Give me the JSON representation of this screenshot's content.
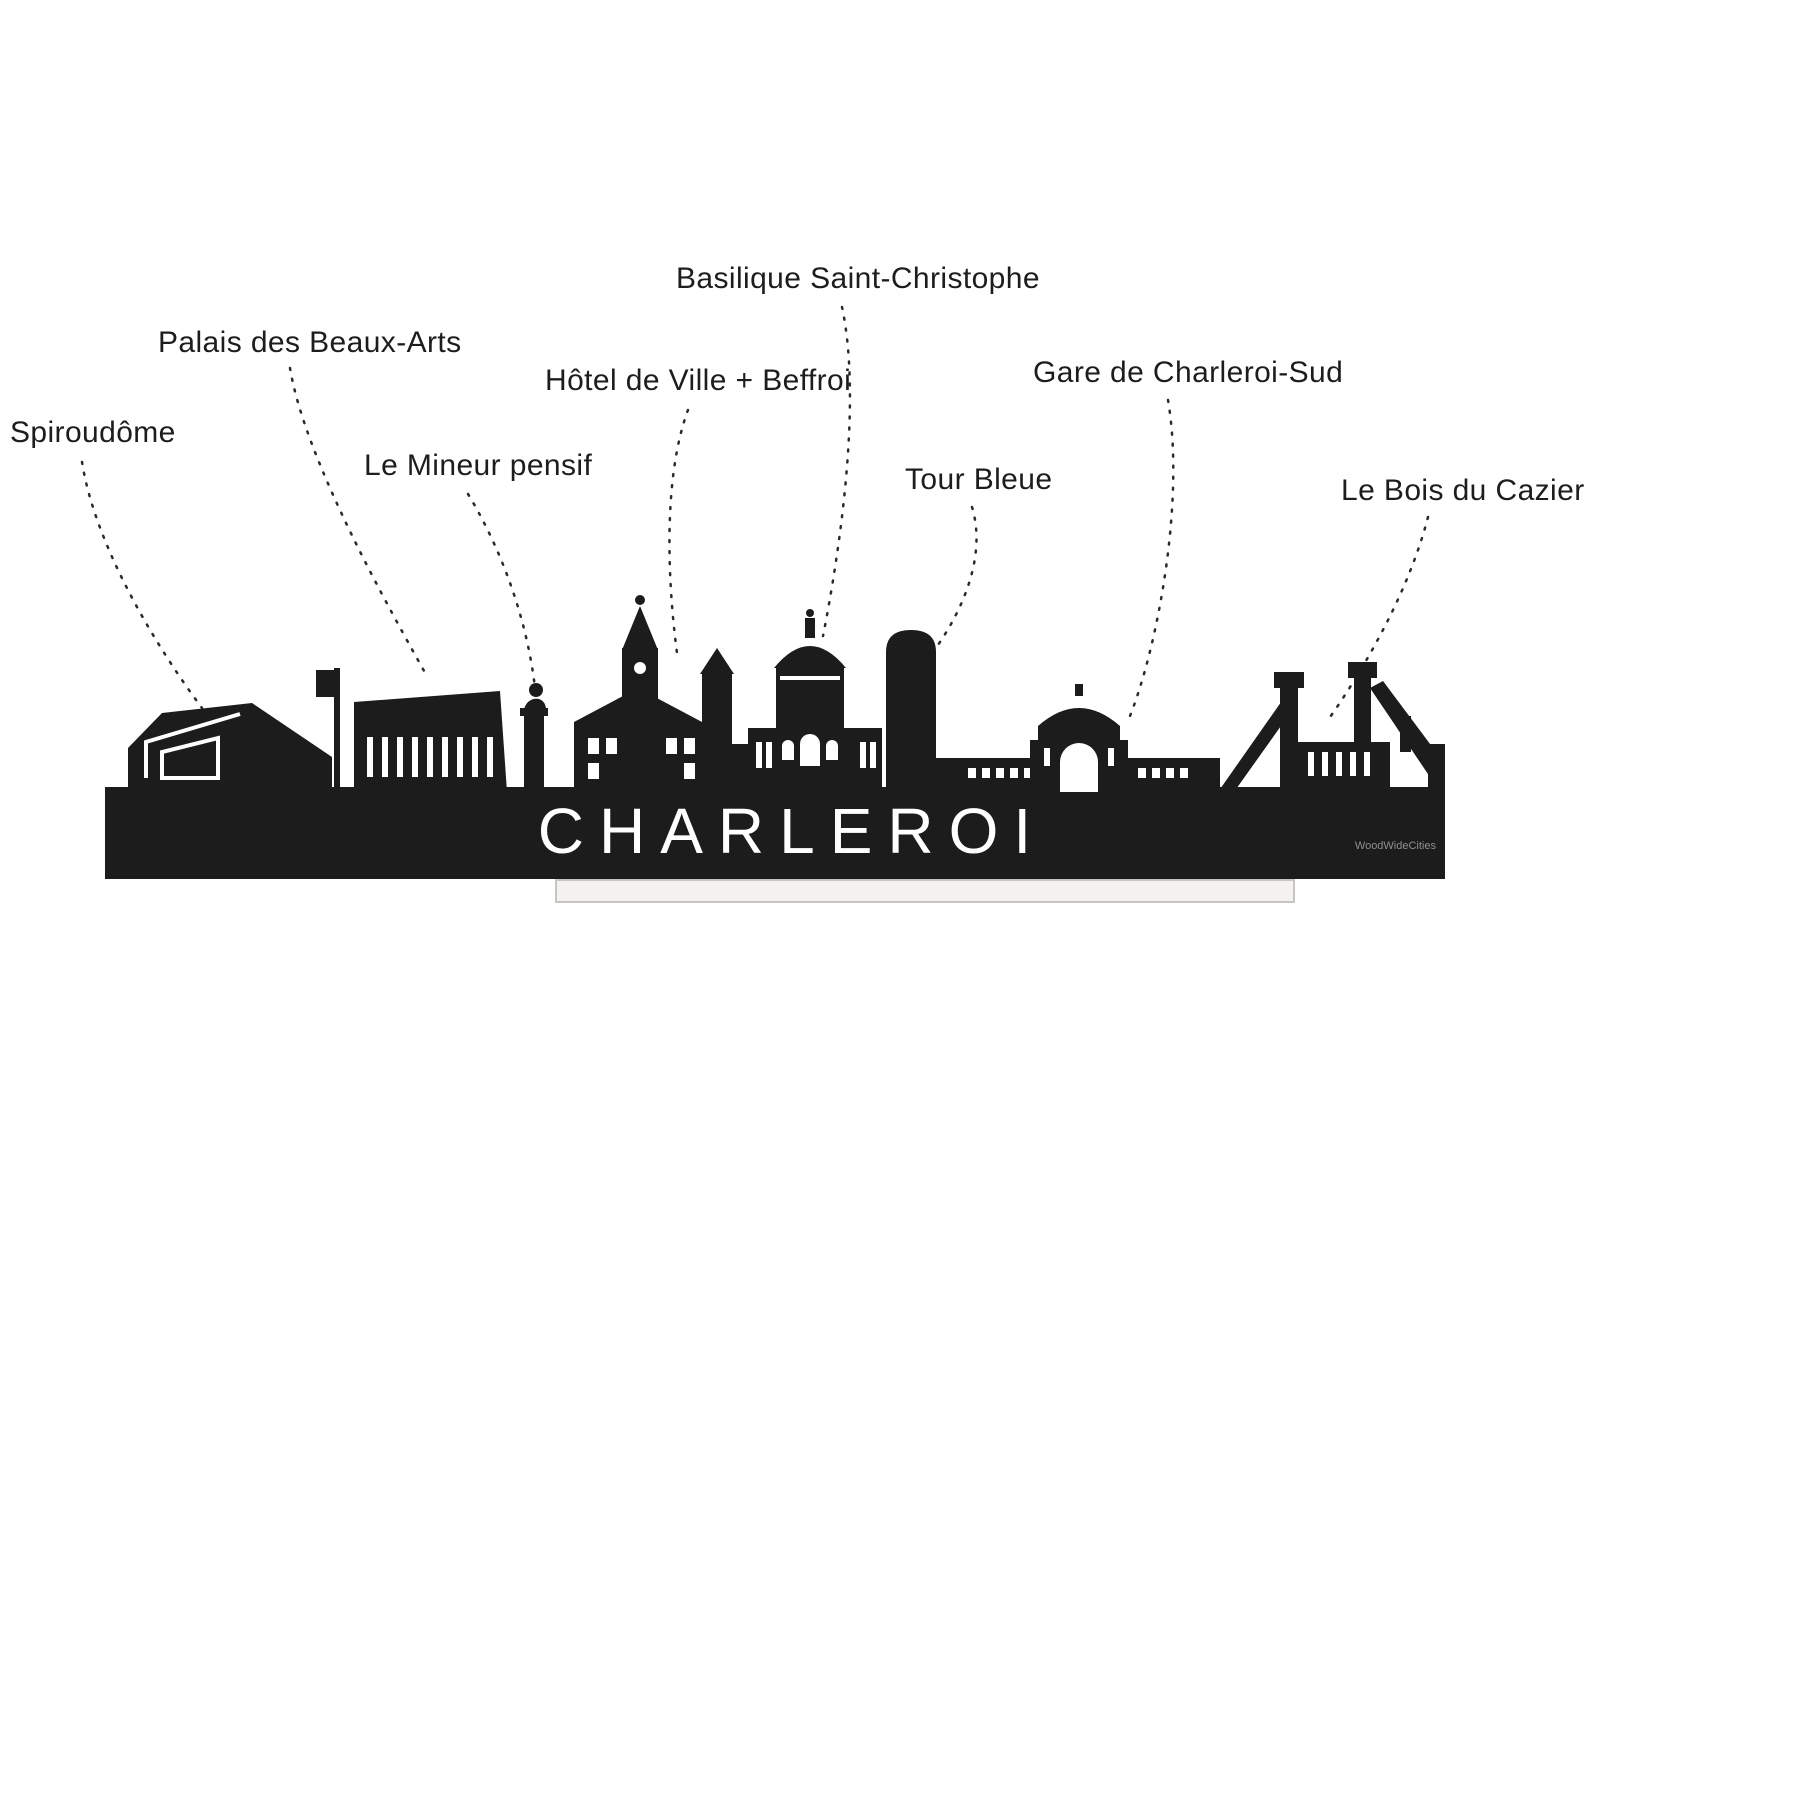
{
  "product": {
    "title": "CHARLEROI",
    "watermark": "WoodWideCities",
    "silhouette_color": "#1c1c1c",
    "stand_color": "#f3f2f0",
    "background_color": "#ffffff"
  },
  "labels": [
    {
      "id": "spiroudome",
      "text": "Spiroudôme"
    },
    {
      "id": "palais-des-beaux-arts",
      "text": "Palais des Beaux-Arts"
    },
    {
      "id": "le-mineur-pensif",
      "text": "Le Mineur pensif"
    },
    {
      "id": "hotel-de-ville-beffroi",
      "text": "Hôtel de Ville + Beffroi"
    },
    {
      "id": "basilique-saint-christophe",
      "text": "Basilique Saint-Christophe"
    },
    {
      "id": "tour-bleue",
      "text": "Tour Bleue"
    },
    {
      "id": "gare-de-charleroi-sud",
      "text": "Gare de Charleroi-Sud"
    },
    {
      "id": "le-bois-du-cazier",
      "text": "Le Bois du Cazier"
    }
  ]
}
